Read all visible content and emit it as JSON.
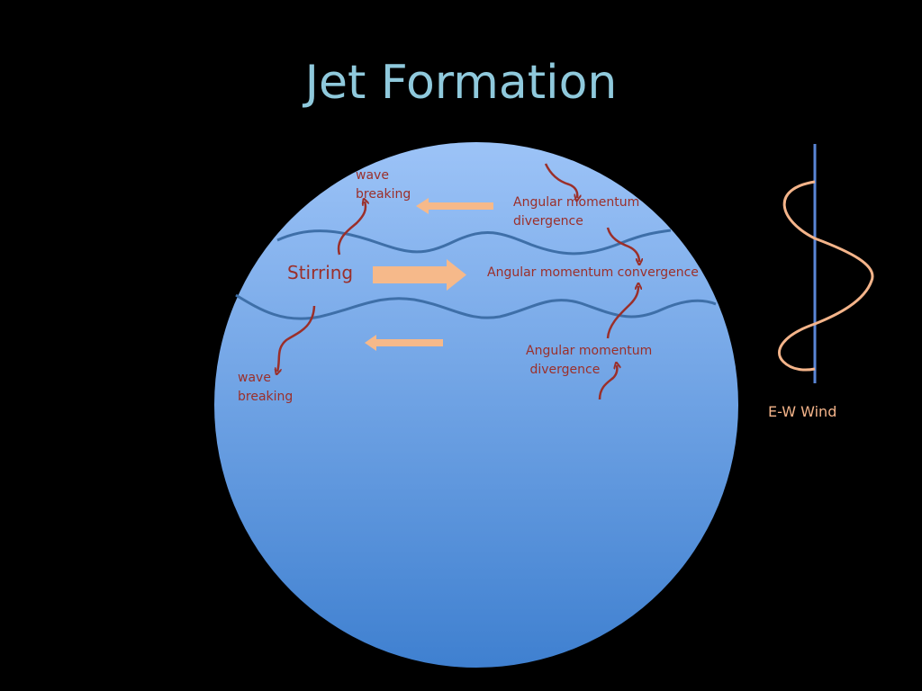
{
  "title": "Jet Formation",
  "labels": {
    "wave_breaking_top": [
      "wave",
      "breaking"
    ],
    "wave_breaking_bottom": [
      "wave",
      "breaking"
    ],
    "stirring": "Stirring",
    "am_div_top": [
      "Angular momentum",
      "divergence"
    ],
    "am_convergence": "Angular momentum convergence",
    "am_div_bottom": [
      "Angular momentum",
      " divergence"
    ],
    "ew_wind": "E-W Wind"
  },
  "colors": {
    "background": "#000000",
    "title": "#8fc9dc",
    "globe_top": "#9cc3f7",
    "globe_bottom": "#3f80d0",
    "wave_line": "#3e6fa8",
    "label_red": "#9b2f2a",
    "arrow_peach": "#f6b98a",
    "wind_axis": "#5a86d6",
    "wind_profile": "#f4b48a"
  }
}
